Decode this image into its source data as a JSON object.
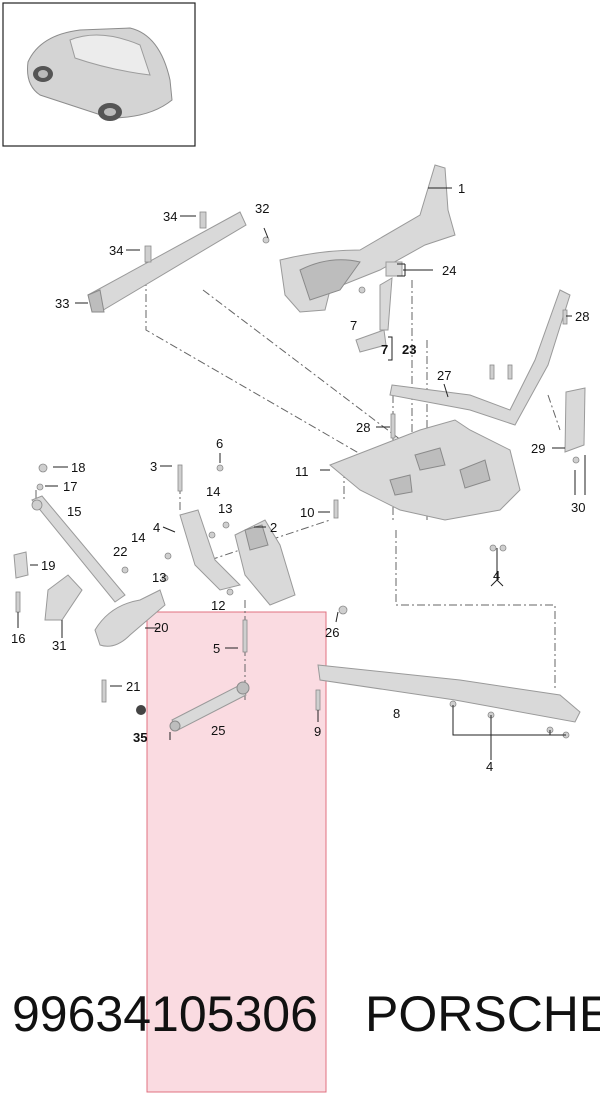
{
  "diagram": {
    "highlight_color": "#f9d5dc",
    "highlight_border": "#e07080",
    "callouts": {
      "c1": "1",
      "c2": "2",
      "c3": "3",
      "c4a": "4",
      "c4b": "4",
      "c4c": "4",
      "c4d": "4",
      "c5": "5",
      "c6": "6",
      "c7a": "7",
      "c7b": "7",
      "c8": "8",
      "c9": "9",
      "c10": "10",
      "c11": "11",
      "c12": "12",
      "c13a": "13",
      "c13b": "13",
      "c14a": "14",
      "c14b": "14",
      "c15": "15",
      "c16": "16",
      "c17": "17",
      "c18": "18",
      "c19": "19",
      "c20": "20",
      "c21": "21",
      "c22": "22",
      "c23": "23",
      "c24": "24",
      "c25": "25",
      "c26": "26",
      "c27": "27",
      "c28a": "28",
      "c28b": "28",
      "c29": "29",
      "c30": "30",
      "c31": "31",
      "c32": "32",
      "c33": "33",
      "c34a": "34",
      "c34b": "34",
      "c35": "35"
    }
  },
  "footer": {
    "part_number": "99634105306",
    "brand": "PORSCHE"
  }
}
